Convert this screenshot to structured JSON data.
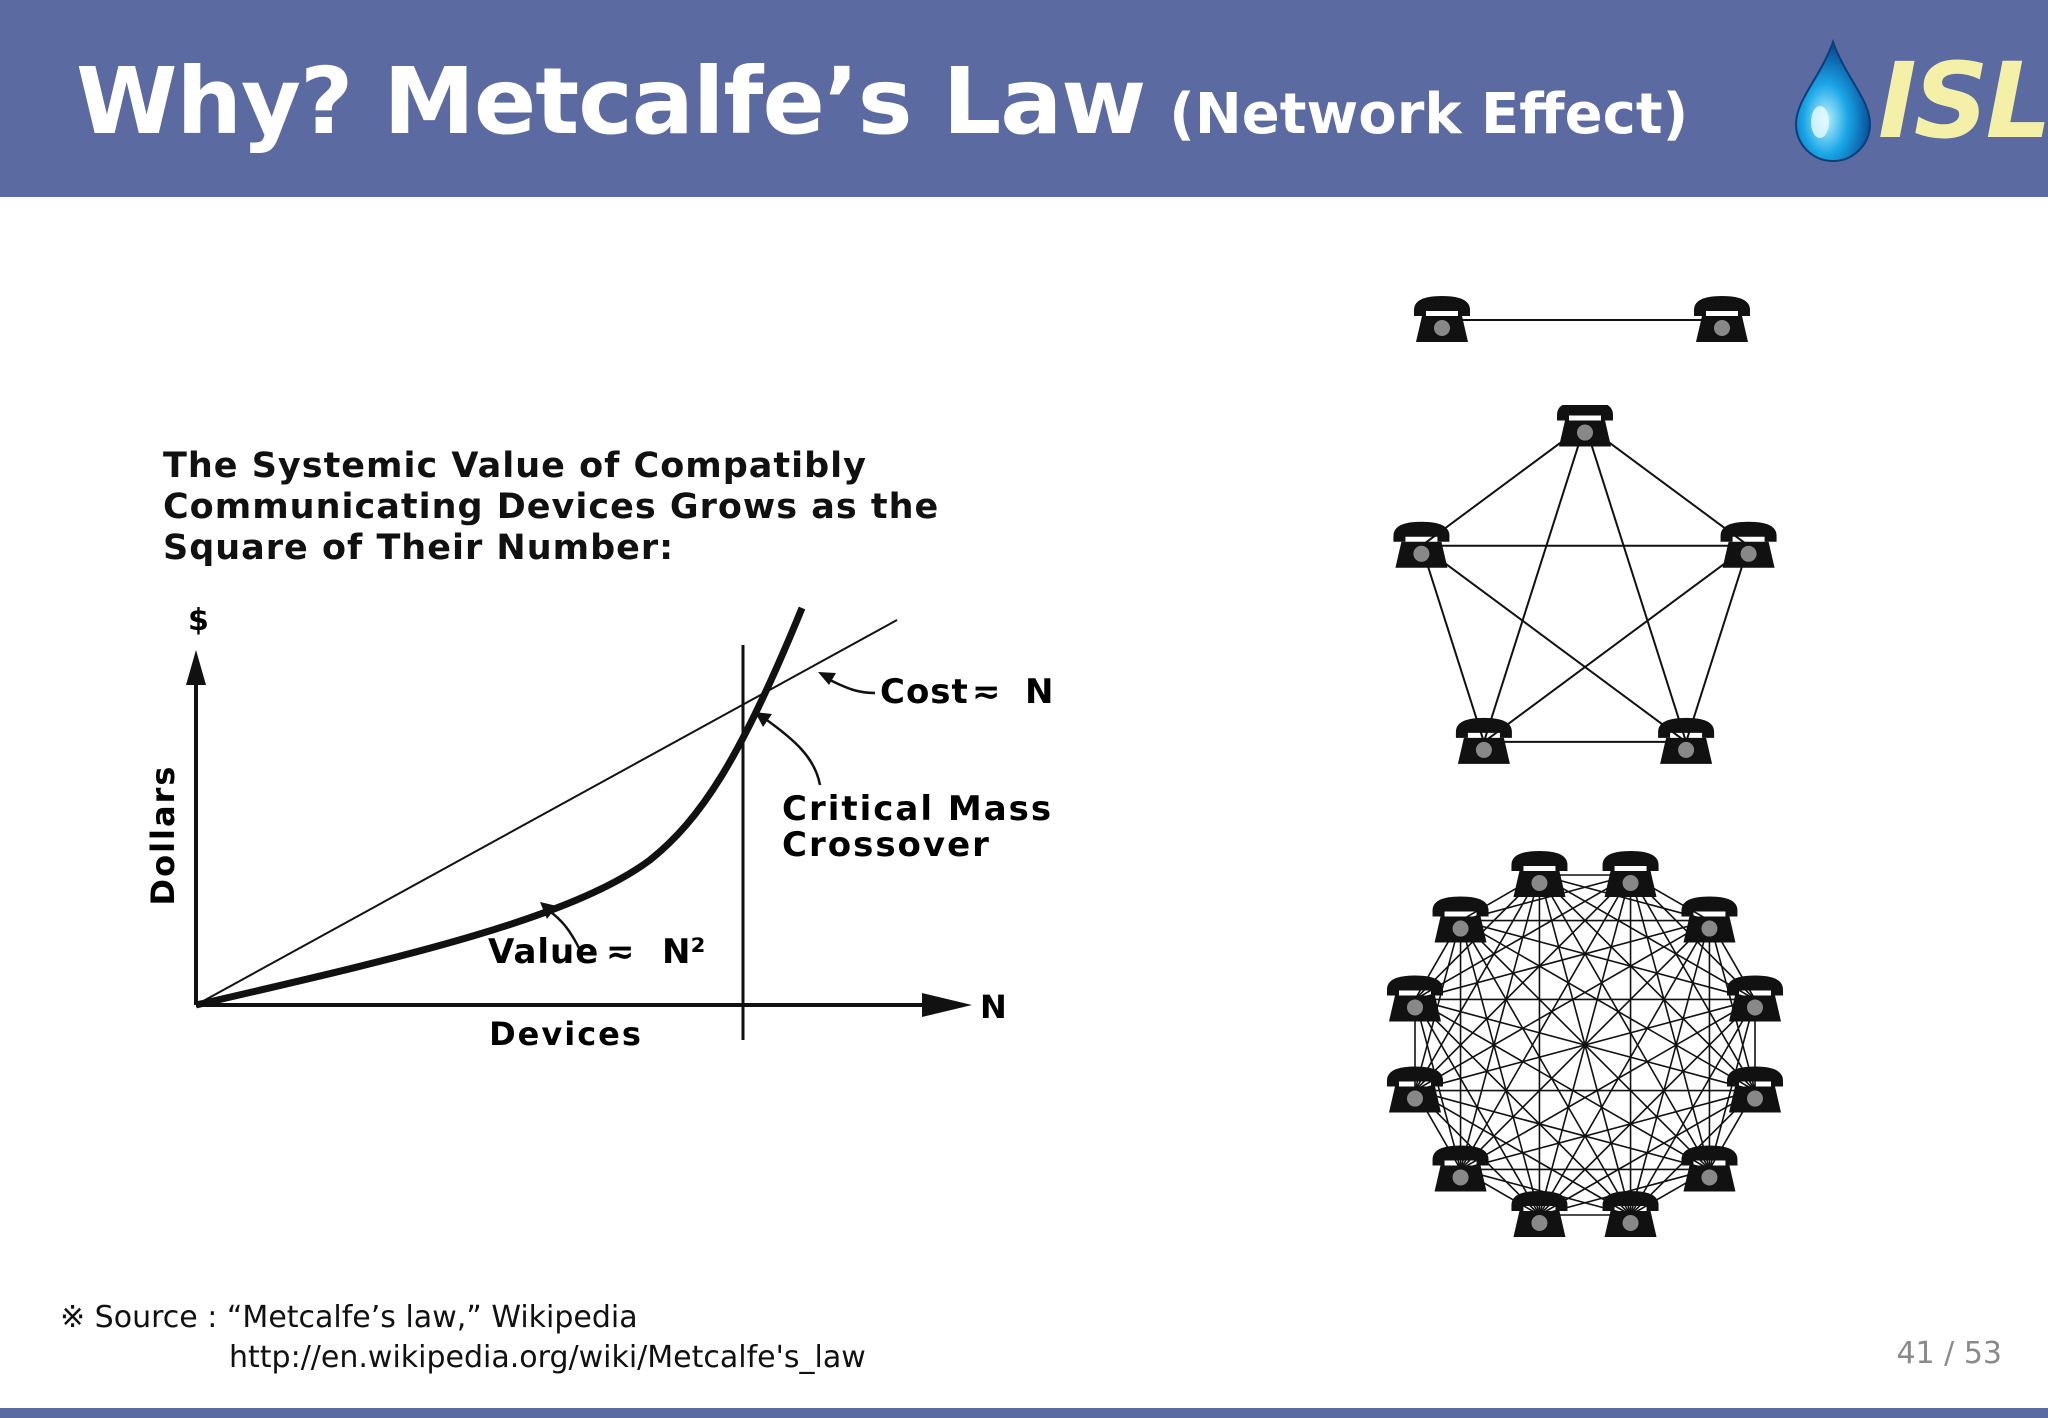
{
  "header": {
    "title": "Why? Metcalfe’s Law",
    "subtitle": "(Network Effect)",
    "logo_text": "ISL",
    "logo_icon": "water-drop-icon",
    "background": "#5b6aa0"
  },
  "chart_data": {
    "type": "line",
    "title": "The Systemic Value of Compatibly Communicating Devices Grows as the Square of Their Number:",
    "xlabel": "Devices",
    "ylabel": "Dollars",
    "x_axis_end_label": "N",
    "y_axis_end_label": "$",
    "series": [
      {
        "name": "Cost≈N",
        "relation": "linear"
      },
      {
        "name": "Value≈N²",
        "relation": "quadratic"
      }
    ],
    "annotations": {
      "cost": "Cost",
      "cost_rel": "N",
      "value": "Value",
      "value_rel": "N²",
      "crossover_line1": "Critical Mass",
      "crossover_line2": "Crossover"
    }
  },
  "networks": [
    {
      "name": "2-node network",
      "nodes": 2,
      "icon": "telephone-icon"
    },
    {
      "name": "5-node network",
      "nodes": 5,
      "icon": "telephone-icon"
    },
    {
      "name": "12-node network",
      "nodes": 12,
      "icon": "telephone-icon"
    }
  ],
  "footer": {
    "source": "※ Source : “Metcalfe’s law,” Wikipedia",
    "url": "http://en.wikipedia.org/wiki/Metcalfe's_law",
    "page": "41 / 53"
  }
}
